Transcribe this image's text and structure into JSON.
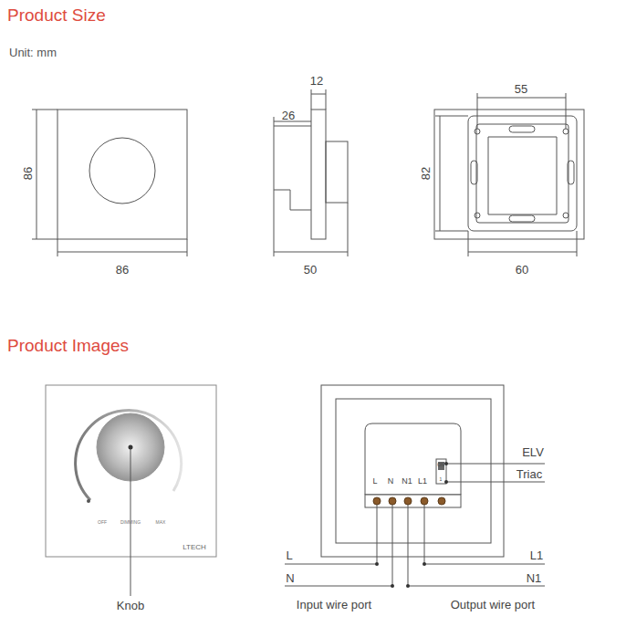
{
  "diagram": {
    "labels": [
      "Product Size",
      "Unit: mm",
      "86",
      "86",
      "12",
      "26",
      "50",
      "55",
      "82",
      "60",
      "Product Images",
      "OFF",
      "DIMMING",
      "MAX",
      "LTECH",
      "Knob",
      "L",
      "N",
      "N1",
      "L1",
      "ON",
      "1",
      "ELV",
      "Triac",
      "L",
      "N",
      "L1",
      "N1",
      "Input wire port",
      "Output wire port"
    ]
  }
}
